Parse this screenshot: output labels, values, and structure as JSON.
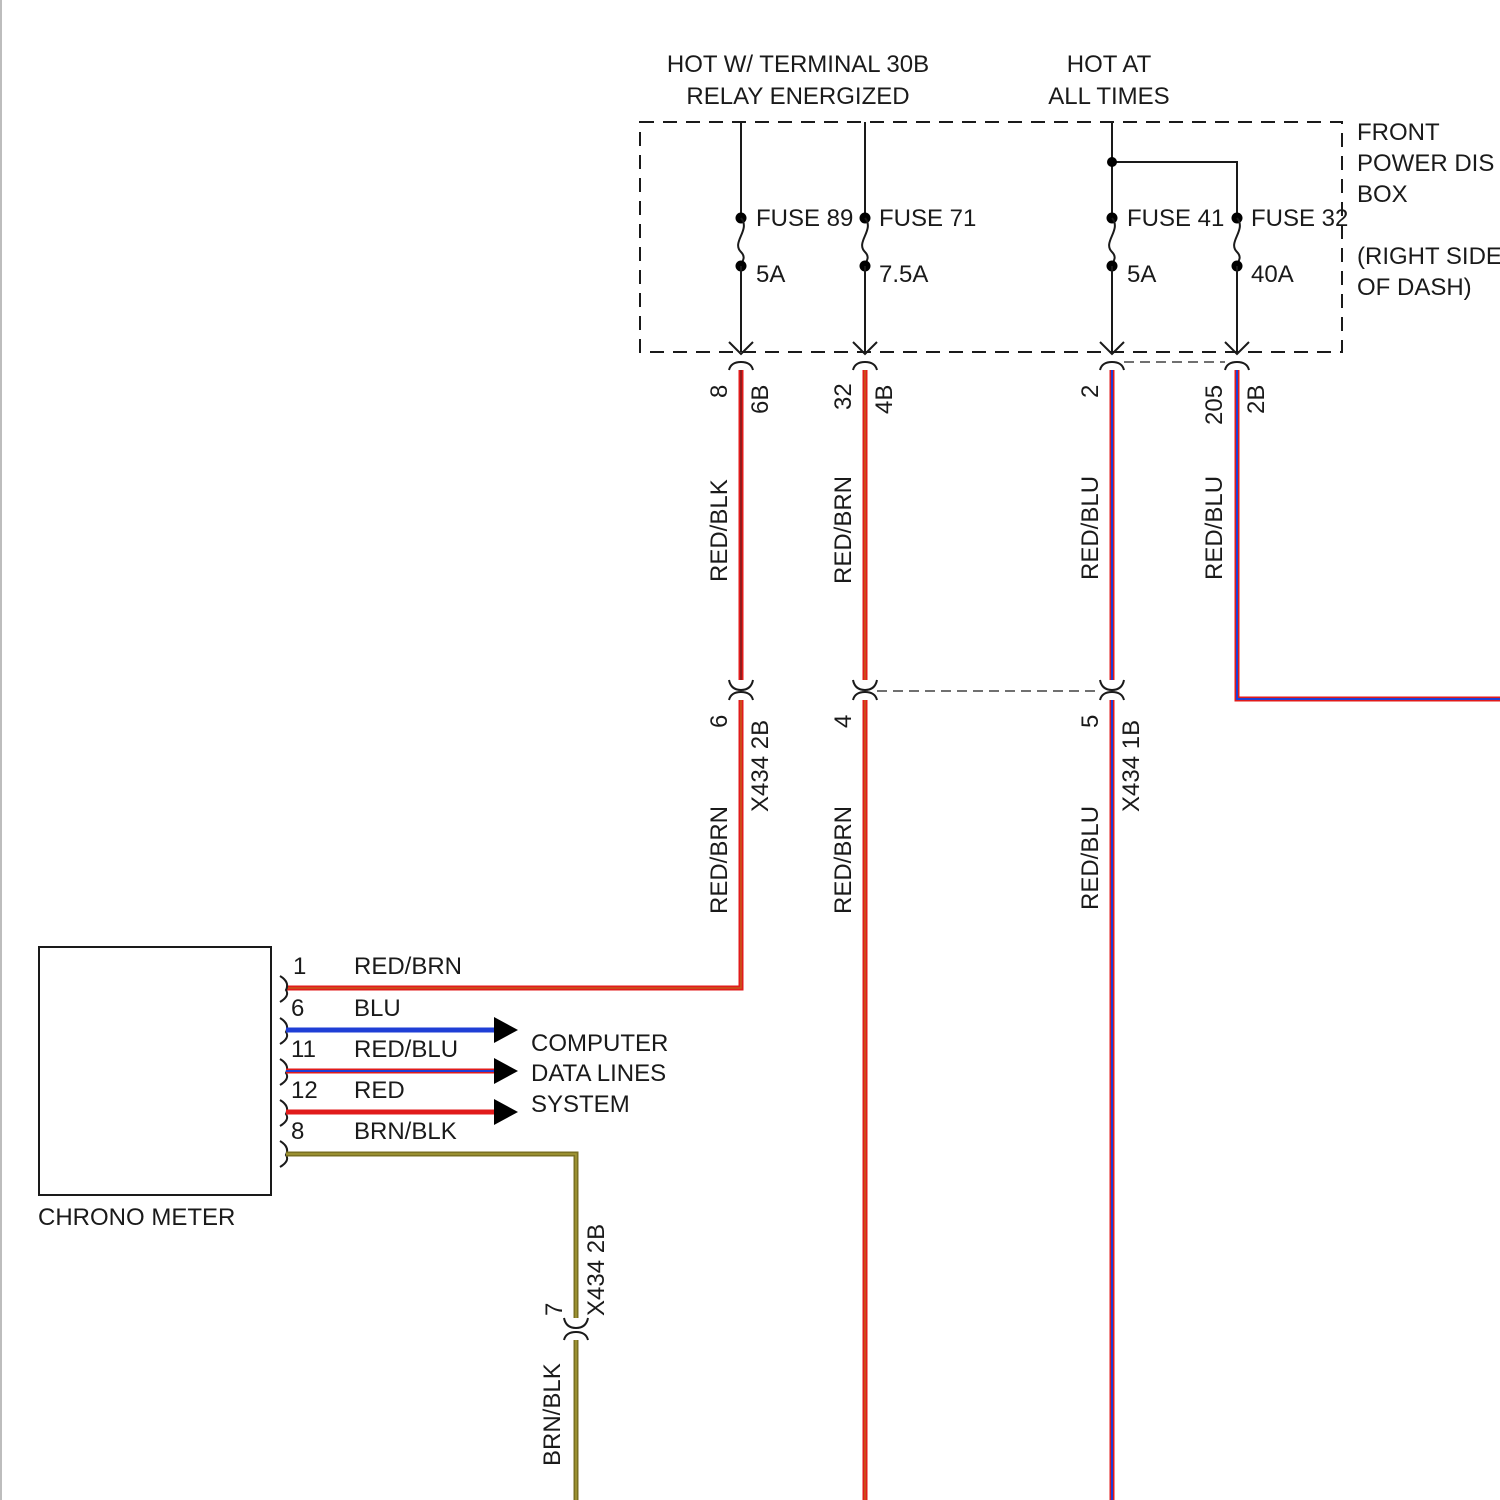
{
  "sources": {
    "relay_line1": "HOT W/ TERMINAL 30B",
    "relay_line2": "RELAY ENERGIZED",
    "hot_line1": "HOT AT",
    "hot_line2": "ALL TIMES"
  },
  "power_box": {
    "line1": "FRONT",
    "line2": "POWER DIS",
    "line3": "BOX",
    "line4": "(RIGHT SIDE",
    "line5": "OF DASH)"
  },
  "fuses": [
    {
      "name": "FUSE 89",
      "rating": "5A"
    },
    {
      "name": "FUSE 71",
      "rating": "7.5A"
    },
    {
      "name": "FUSE 41",
      "rating": "5A"
    },
    {
      "name": "FUSE 32",
      "rating": "40A"
    }
  ],
  "upper_connectors": [
    {
      "pin": "8",
      "conn": "6B",
      "wire": "RED/BLK"
    },
    {
      "pin": "32",
      "conn": "4B",
      "wire": "RED/BRN"
    },
    {
      "pin": "2",
      "conn": "",
      "wire": "RED/BLU"
    },
    {
      "pin": "205",
      "conn": "2B",
      "wire": "RED/BLU"
    }
  ],
  "lower_connectors": [
    {
      "pin": "6",
      "conn": "X434 2B",
      "wire": "RED/BRN"
    },
    {
      "pin": "4",
      "conn": "",
      "wire": "RED/BRN"
    },
    {
      "pin": "5",
      "conn": "X434 1B",
      "wire": "RED/BLU"
    }
  ],
  "chrono_meter": {
    "label": "CHRONO METER",
    "pins": [
      {
        "pin": "1",
        "wire": "RED/BRN"
      },
      {
        "pin": "6",
        "wire": "BLU"
      },
      {
        "pin": "11",
        "wire": "RED/BLU"
      },
      {
        "pin": "12",
        "wire": "RED"
      },
      {
        "pin": "8",
        "wire": "BRN/BLK"
      }
    ]
  },
  "data_lines": {
    "line1": "COMPUTER",
    "line2": "DATA LINES",
    "line3": "SYSTEM"
  },
  "ground_connector": {
    "pin": "7",
    "conn": "X434 2B",
    "wire": "BRN/BLK"
  },
  "colors": {
    "red": "#e11b1b",
    "brown": "#8b5a2b",
    "black": "#1a1a1a",
    "blue": "#1f3fd6",
    "olive": "#7a7022",
    "yellow_brown": "#a59a34"
  }
}
